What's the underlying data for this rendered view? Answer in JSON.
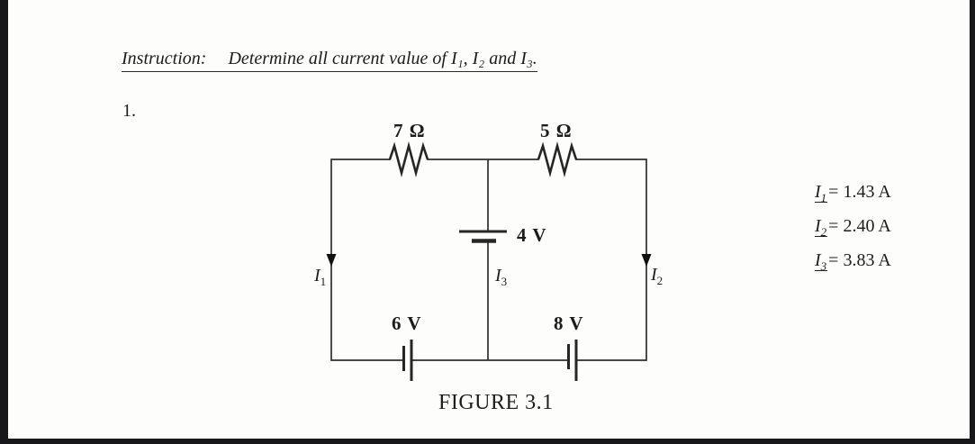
{
  "header": {
    "instruction_label": "Instruction:",
    "instruction_text": "Determine all current value of I₁, I₂ and I₃."
  },
  "problem_number": "1.",
  "circuit": {
    "resistor_top_left": "7 Ω",
    "resistor_top_right": "5 Ω",
    "battery_middle": "4 V",
    "battery_bottom_left": "6 V",
    "battery_bottom_right": "8 V",
    "current_left": {
      "base": "I",
      "sub": "1"
    },
    "current_middle": {
      "base": "I",
      "sub": "3"
    },
    "current_right": {
      "base": "I",
      "sub": "2"
    },
    "caption": "FIGURE 3.1",
    "line_color": "#2e2e2e"
  },
  "answers": [
    {
      "base": "I",
      "sub": "1",
      "value": "= 1.43 A"
    },
    {
      "base": "I",
      "sub": "2",
      "value": "= 2.40 A"
    },
    {
      "base": "I",
      "sub": "3",
      "value": "= 3.83 A"
    }
  ]
}
